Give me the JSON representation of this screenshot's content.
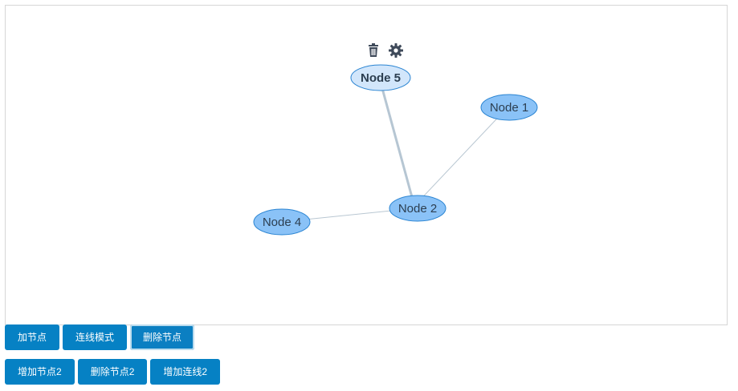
{
  "graph": {
    "nodes": [
      {
        "id": "n5",
        "label": "Node 5",
        "selected": true
      },
      {
        "id": "n1",
        "label": "Node 1",
        "selected": false
      },
      {
        "id": "n2",
        "label": "Node 2",
        "selected": false
      },
      {
        "id": "n4",
        "label": "Node 4",
        "selected": false
      }
    ],
    "edges": [
      {
        "from": "n5",
        "to": "n2",
        "selected": true
      },
      {
        "from": "n1",
        "to": "n2",
        "selected": false
      },
      {
        "from": "n4",
        "to": "n2",
        "selected": false
      }
    ],
    "selected_node_tools": [
      "trash-icon",
      "gear-icon"
    ]
  },
  "toolbar_row1": [
    {
      "label": "加节点"
    },
    {
      "label": "连线模式"
    },
    {
      "label": "删除节点"
    }
  ],
  "toolbar_row2": [
    {
      "label": "增加节点2"
    },
    {
      "label": "删除节点2"
    },
    {
      "label": "增加连线2"
    }
  ],
  "colors": {
    "button_bg": "#0681c4",
    "node_fill": "#8ac2f7",
    "selected_node_fill": "#d2e6fb",
    "node_stroke": "#2a84d2",
    "edge": "#b9c7d2"
  }
}
